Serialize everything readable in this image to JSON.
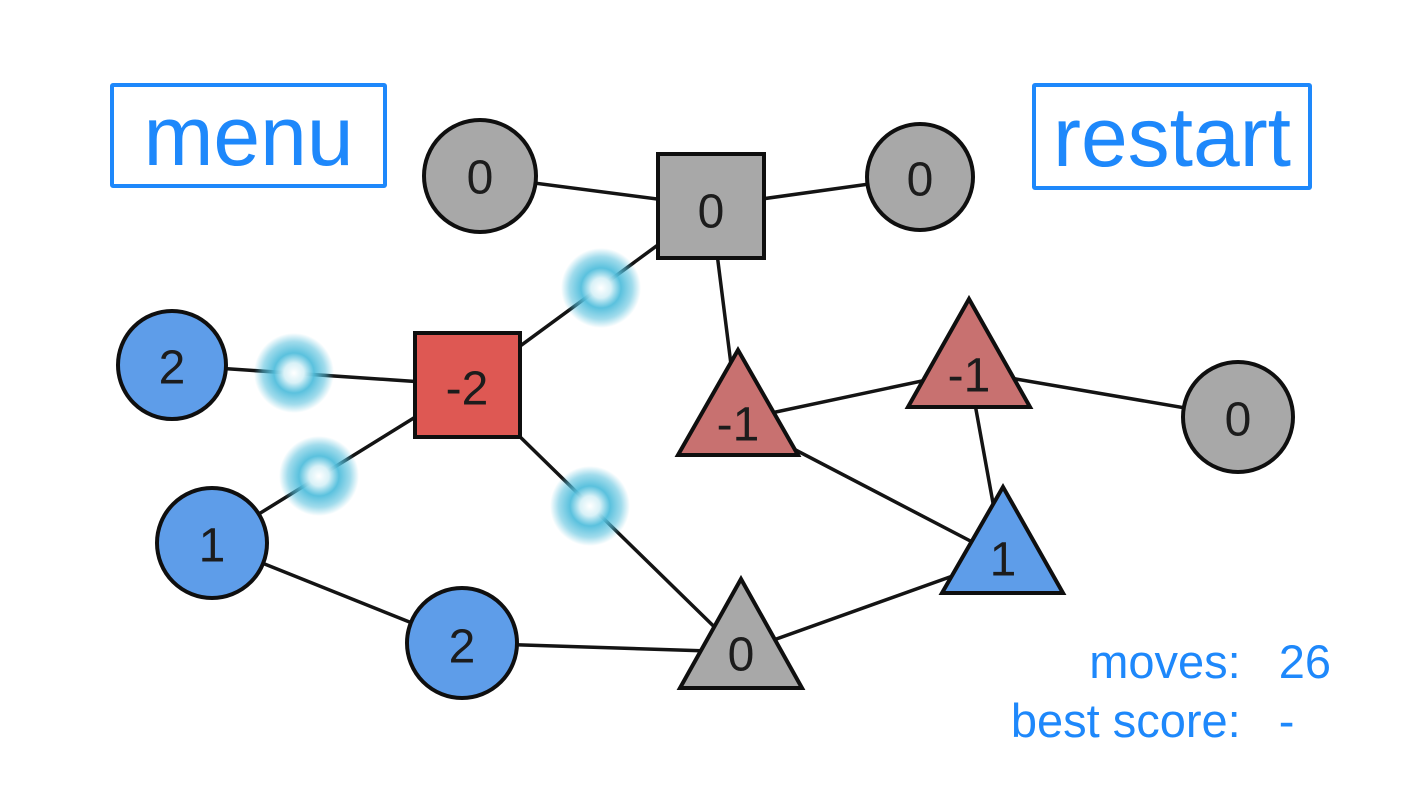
{
  "buttons": {
    "menu_label": "menu",
    "restart_label": "restart"
  },
  "status": {
    "moves_label": "moves:",
    "moves_value": "26",
    "best_score_label": "best score:",
    "best_score_value": "-"
  },
  "colors": {
    "accent_blue": "#1e88fb",
    "node_blue": "#5e9de9",
    "node_red_square": "#de5853",
    "node_red_triangle": "#c87170",
    "node_gray": "#a8a8a8",
    "edge_black": "#141414",
    "pulse_cyan": "#52bedc",
    "background": "#ffffff"
  },
  "graph": {
    "nodes": [
      {
        "id": "gray-circle-top-left",
        "shape": "circle",
        "color": "gray",
        "value": "0"
      },
      {
        "id": "gray-square-top",
        "shape": "square",
        "color": "gray",
        "value": "0"
      },
      {
        "id": "gray-circle-top-right",
        "shape": "circle",
        "color": "gray",
        "value": "0"
      },
      {
        "id": "blue-circle-left",
        "shape": "circle",
        "color": "blue",
        "value": "2"
      },
      {
        "id": "red-square-center",
        "shape": "square",
        "color": "red",
        "value": "-2"
      },
      {
        "id": "red-triangle-center",
        "shape": "triangle",
        "color": "red",
        "value": "-1"
      },
      {
        "id": "red-triangle-right",
        "shape": "triangle",
        "color": "red",
        "value": "-1"
      },
      {
        "id": "gray-circle-right",
        "shape": "circle",
        "color": "gray",
        "value": "0"
      },
      {
        "id": "blue-circle-mid-left",
        "shape": "circle",
        "color": "blue",
        "value": "1"
      },
      {
        "id": "blue-triangle-right",
        "shape": "triangle",
        "color": "blue",
        "value": "1"
      },
      {
        "id": "blue-circle-bottom",
        "shape": "circle",
        "color": "blue",
        "value": "2"
      },
      {
        "id": "gray-triangle-bottom",
        "shape": "triangle",
        "color": "gray",
        "value": "0"
      }
    ],
    "edges": [
      [
        "gray-circle-top-left",
        "gray-square-top"
      ],
      [
        "gray-square-top",
        "gray-circle-top-right"
      ],
      [
        "gray-square-top",
        "red-square-center"
      ],
      [
        "gray-square-top",
        "red-triangle-center"
      ],
      [
        "blue-circle-left",
        "red-square-center"
      ],
      [
        "red-square-center",
        "blue-circle-mid-left"
      ],
      [
        "red-square-center",
        "gray-triangle-bottom"
      ],
      [
        "red-triangle-center",
        "red-triangle-right"
      ],
      [
        "red-triangle-right",
        "gray-circle-right"
      ],
      [
        "red-triangle-right",
        "blue-triangle-right"
      ],
      [
        "red-triangle-center",
        "blue-triangle-right"
      ],
      [
        "blue-circle-mid-left",
        "blue-circle-bottom"
      ],
      [
        "blue-circle-bottom",
        "gray-triangle-bottom"
      ],
      [
        "gray-triangle-bottom",
        "blue-triangle-right"
      ]
    ],
    "pulses": [
      {
        "on_edge": "gray-square-top / red-square-center"
      },
      {
        "on_edge": "blue-circle-left / red-square-center"
      },
      {
        "on_edge": "red-square-center / blue-circle-mid-left"
      },
      {
        "on_edge": "red-square-center / gray-triangle-bottom"
      }
    ]
  }
}
